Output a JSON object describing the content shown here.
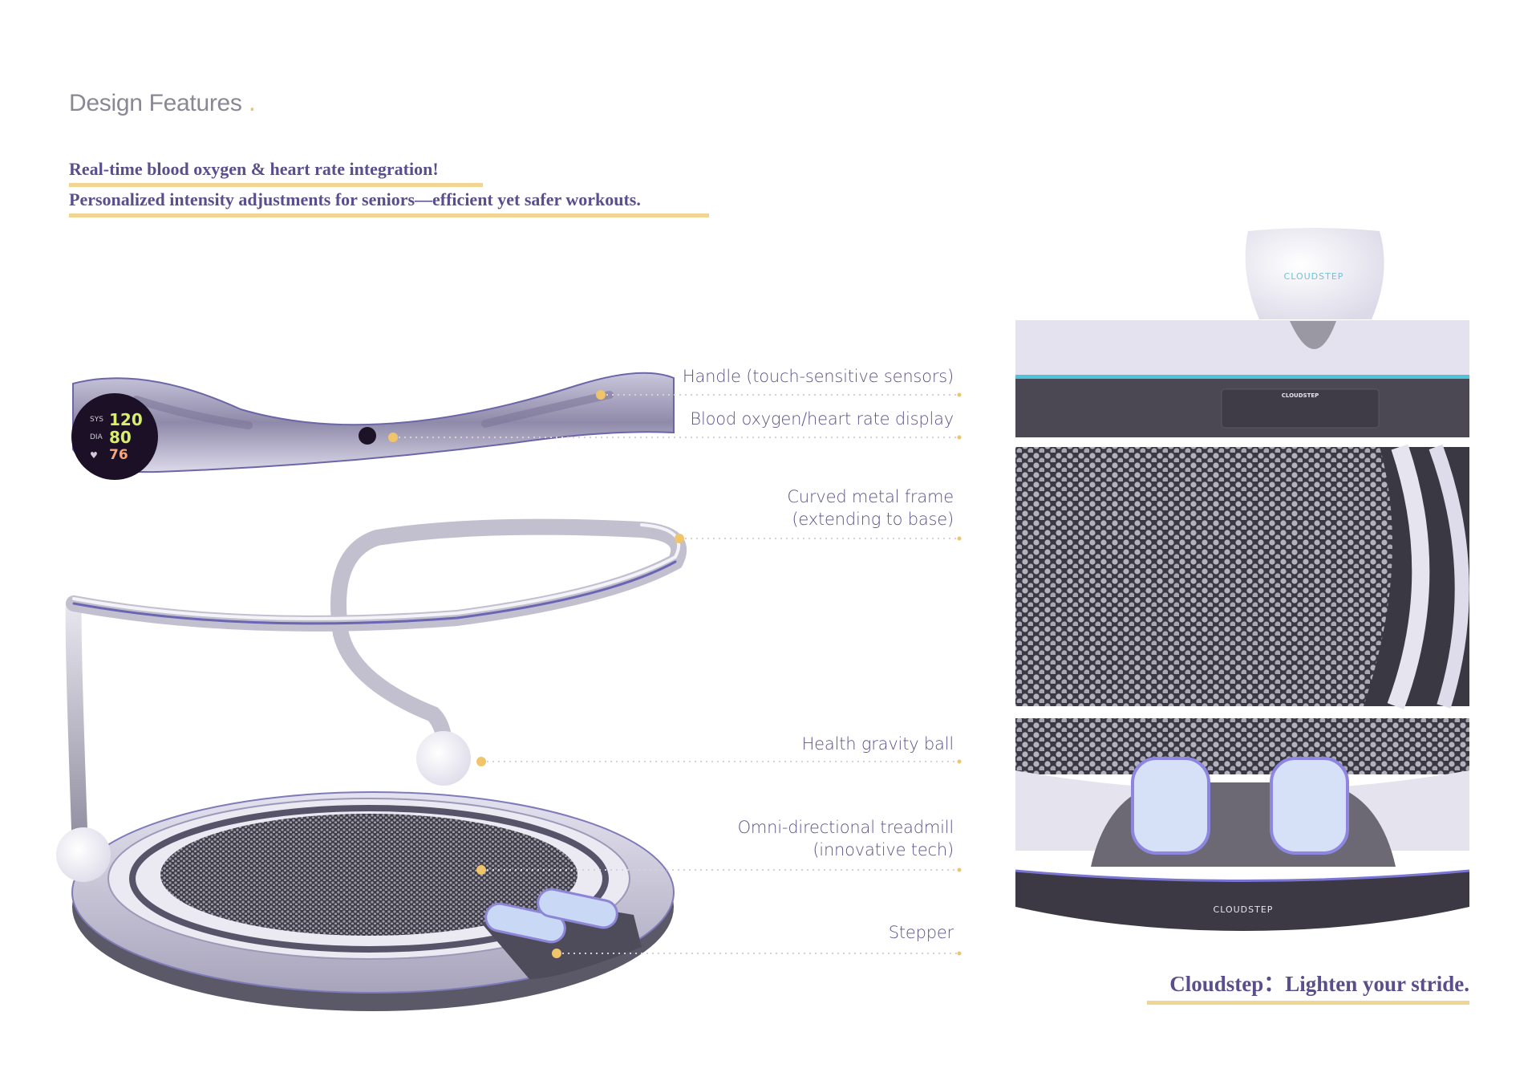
{
  "header": {
    "title": "Design Features",
    "headline_1": "Real-time blood oxygen & heart rate integration!",
    "headline_2": "Personalized intensity adjustments for seniors—efficient yet safer workouts."
  },
  "display": {
    "sys_label": "SYS",
    "sys_value": "120",
    "dia_label": "DIA",
    "dia_value": "80",
    "heart_icon": "heart-pulse-icon",
    "heart_value": "76"
  },
  "callouts": [
    {
      "line1": "Handle (touch-sensitive sensors)"
    },
    {
      "line1": "Blood oxygen/heart rate display"
    },
    {
      "line1": "Curved metal frame",
      "line2": "(extending to base)"
    },
    {
      "line1": "Health gravity ball"
    },
    {
      "line1": "Omni-directional treadmill",
      "line2": "(innovative tech)"
    },
    {
      "line1": "Stepper"
    }
  ],
  "detail_panels": {
    "ball_brand": "CLOUDSTEP",
    "plate_brand": "CLOUDSTEP",
    "stepper_brand": "CLOUDSTEP"
  },
  "tagline": "Cloudstep：Lighten your stride.",
  "colors": {
    "accent_text": "#5a4f8c",
    "underline": "#f1d593",
    "pointer": "#f0c46a",
    "sys": "#d9ef6a",
    "heart": "#f7a77a",
    "glow": "#4ec3d9"
  }
}
